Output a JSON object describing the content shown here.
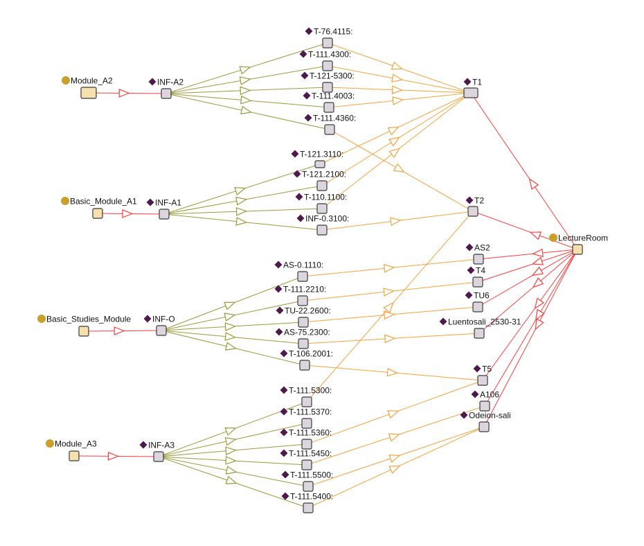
{
  "diagram": {
    "type": "ontology-graph",
    "colors": {
      "class_marker": "#c9a02c",
      "class_fill": "#f6e0ad",
      "individual_marker": "#4e1a4e",
      "individual_fill": "#dcd5de",
      "node_border": "#3a3a3a",
      "edge_module_to_inf": "#ff3b3b",
      "edge_inf_to_course": "#9a9a3a",
      "edge_course_to_room": "#f5a23c",
      "edge_room_class": "#ff3b3b"
    },
    "classes": [
      {
        "id": "module_a2",
        "label": "Module_A2"
      },
      {
        "id": "basic_module_a1",
        "label": "Basic_Module_A1"
      },
      {
        "id": "basic_studies_module",
        "label": "Basic_Studies_Module"
      },
      {
        "id": "module_a3",
        "label": "Module_A3"
      },
      {
        "id": "lectureroom",
        "label": "LectureRoom"
      }
    ],
    "programs": [
      {
        "id": "inf_a2",
        "label": "INF-A2"
      },
      {
        "id": "inf_a1",
        "label": "INF-A1"
      },
      {
        "id": "inf_o",
        "label": "INF-O"
      },
      {
        "id": "inf_a3",
        "label": "INF-A3"
      }
    ],
    "courses": [
      {
        "id": "c_76_4115",
        "label": "T-76.4115:"
      },
      {
        "id": "c_111_4300",
        "label": "T-111.4300:"
      },
      {
        "id": "c_121_5300",
        "label": "T-121-5300:"
      },
      {
        "id": "c_111_4003",
        "label": "T-111.4003:"
      },
      {
        "id": "c_111_4360",
        "label": "T-111.4360:"
      },
      {
        "id": "c_121_3110",
        "label": "T-121.3110:"
      },
      {
        "id": "c_121_2100",
        "label": "T-121.2100:"
      },
      {
        "id": "c_110_1100",
        "label": "T-110.1100:"
      },
      {
        "id": "c_inf_0_3100",
        "label": "INF-0.3100:"
      },
      {
        "id": "c_as_0_1110",
        "label": "AS-0.1110:"
      },
      {
        "id": "c_111_2210",
        "label": "T-111.2210:"
      },
      {
        "id": "c_tu_22_2600",
        "label": "TU-22.2600:"
      },
      {
        "id": "c_as_75_2300",
        "label": "AS-75.2300:"
      },
      {
        "id": "c_106_2001",
        "label": "T-106.2001:"
      },
      {
        "id": "c_111_5300",
        "label": "T-111.5300:"
      },
      {
        "id": "c_111_5370",
        "label": "T-111.5370:"
      },
      {
        "id": "c_111_5360",
        "label": "T-111.5360:"
      },
      {
        "id": "c_111_5450",
        "label": "T-111.5450:"
      },
      {
        "id": "c_111_5500",
        "label": "T-111.5500:"
      },
      {
        "id": "c_111_5400",
        "label": "T-111.5400:"
      }
    ],
    "rooms": [
      {
        "id": "r_t1",
        "label": "T1"
      },
      {
        "id": "r_t2",
        "label": "T2"
      },
      {
        "id": "r_as2",
        "label": "AS2"
      },
      {
        "id": "r_t4",
        "label": "T4"
      },
      {
        "id": "r_tu6",
        "label": "TU6"
      },
      {
        "id": "r_luentosali",
        "label": "Luentosali_2530-31"
      },
      {
        "id": "r_t5",
        "label": "T5"
      },
      {
        "id": "r_a106",
        "label": "A106"
      },
      {
        "id": "r_odeion",
        "label": "Odeion-sali"
      }
    ],
    "edges": {
      "module_to_program": [
        [
          "module_a2",
          "inf_a2"
        ],
        [
          "basic_module_a1",
          "inf_a1"
        ],
        [
          "basic_studies_module",
          "inf_o"
        ],
        [
          "module_a3",
          "inf_a3"
        ]
      ],
      "program_to_course": [
        [
          "inf_a2",
          "c_76_4115"
        ],
        [
          "inf_a2",
          "c_111_4300"
        ],
        [
          "inf_a2",
          "c_121_5300"
        ],
        [
          "inf_a2",
          "c_111_4003"
        ],
        [
          "inf_a2",
          "c_111_4360"
        ],
        [
          "inf_a1",
          "c_121_3110"
        ],
        [
          "inf_a1",
          "c_121_2100"
        ],
        [
          "inf_a1",
          "c_110_1100"
        ],
        [
          "inf_a1",
          "c_inf_0_3100"
        ],
        [
          "inf_o",
          "c_as_0_1110"
        ],
        [
          "inf_o",
          "c_111_2210"
        ],
        [
          "inf_o",
          "c_tu_22_2600"
        ],
        [
          "inf_o",
          "c_as_75_2300"
        ],
        [
          "inf_o",
          "c_106_2001"
        ],
        [
          "inf_a3",
          "c_111_5300"
        ],
        [
          "inf_a3",
          "c_111_5370"
        ],
        [
          "inf_a3",
          "c_111_5360"
        ],
        [
          "inf_a3",
          "c_111_5450"
        ],
        [
          "inf_a3",
          "c_111_5500"
        ],
        [
          "inf_a3",
          "c_111_5400"
        ]
      ],
      "course_to_room": [
        [
          "c_76_4115",
          "r_t1"
        ],
        [
          "c_111_4300",
          "r_t1"
        ],
        [
          "c_121_5300",
          "r_t1"
        ],
        [
          "c_111_4003",
          "r_t1"
        ],
        [
          "c_111_4360",
          "r_t2"
        ],
        [
          "c_121_3110",
          "r_t1"
        ],
        [
          "c_121_2100",
          "r_t1"
        ],
        [
          "c_110_1100",
          "r_t1"
        ],
        [
          "c_inf_0_3100",
          "r_t2"
        ],
        [
          "c_as_0_1110",
          "r_as2"
        ],
        [
          "c_111_2210",
          "r_t4"
        ],
        [
          "c_tu_22_2600",
          "r_tu6"
        ],
        [
          "c_as_75_2300",
          "r_luentosali"
        ],
        [
          "c_106_2001",
          "r_t5"
        ],
        [
          "c_111_5300",
          "r_t2"
        ],
        [
          "c_111_5360",
          "r_t5"
        ],
        [
          "c_111_5450",
          "r_a106"
        ],
        [
          "c_111_5500",
          "r_odeion"
        ],
        [
          "c_111_5400",
          "r_odeion"
        ]
      ],
      "lectureroom_to_room": [
        [
          "lectureroom",
          "r_t1"
        ],
        [
          "lectureroom",
          "r_t2"
        ],
        [
          "lectureroom",
          "r_as2"
        ],
        [
          "lectureroom",
          "r_t4"
        ],
        [
          "lectureroom",
          "r_tu6"
        ],
        [
          "lectureroom",
          "r_luentosali"
        ],
        [
          "lectureroom",
          "r_t5"
        ],
        [
          "lectureroom",
          "r_a106"
        ],
        [
          "lectureroom",
          "r_odeion"
        ]
      ]
    }
  }
}
